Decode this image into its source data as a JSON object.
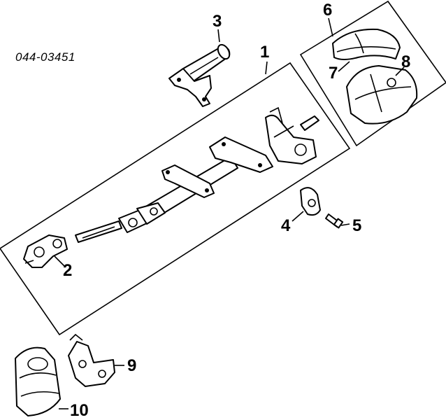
{
  "diagram": {
    "part_number": "044-03451",
    "callouts": [
      {
        "id": "1",
        "label": "1"
      },
      {
        "id": "2",
        "label": "2"
      },
      {
        "id": "3",
        "label": "3"
      },
      {
        "id": "4",
        "label": "4"
      },
      {
        "id": "5",
        "label": "5"
      },
      {
        "id": "6",
        "label": "6"
      },
      {
        "id": "7",
        "label": "7"
      },
      {
        "id": "8",
        "label": "8"
      },
      {
        "id": "9",
        "label": "9"
      },
      {
        "id": "10",
        "label": "10"
      }
    ]
  }
}
